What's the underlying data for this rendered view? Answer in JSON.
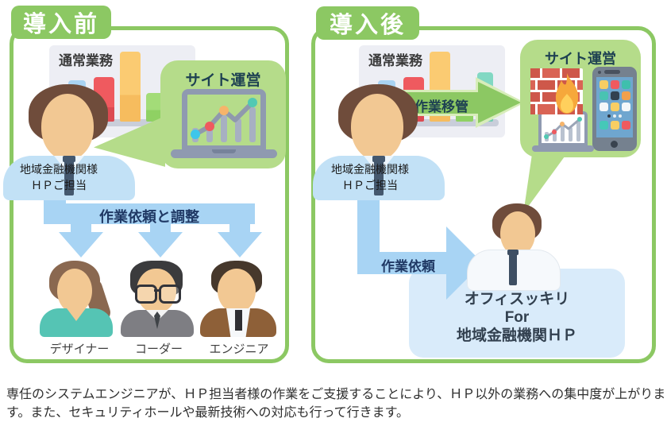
{
  "before": {
    "title": "導入前",
    "chart_label": "通常業務",
    "bubble_label": "サイト運営",
    "person_label_line1": "地域金融機関様",
    "person_label_line2": "ＨＰご担当",
    "arrow_label": "作業依頼と調整",
    "workers": [
      {
        "label": "デザイナー"
      },
      {
        "label": "コーダー"
      },
      {
        "label": "エンジニア"
      }
    ]
  },
  "after": {
    "title": "導入後",
    "chart_label": "通常業務",
    "transfer_label": "作業移管",
    "bubble_label": "サイト運営",
    "person_label_line1": "地域金融機関様",
    "person_label_line2": "ＨＰご担当",
    "request_label": "作業依頼",
    "box_line1": "オフィスッキリ",
    "box_line2": "For",
    "box_line3": "地域金融機関ＨＰ"
  },
  "caption": "専任のシステムエンジニアが、ＨＰ担当者様の作業をご支援することにより、ＨＰ以外の業務への集中度が上がります。また、セキュリティホールや最新技術への対応も行って行きます。",
  "colors": {
    "panel_green": "#8CC863",
    "bubble_green": "#B5DC8A",
    "flow_blue": "#A8D4F4",
    "arrow_text_navy": "#1F3864",
    "plan_box_blue": "#D9EBFA"
  }
}
